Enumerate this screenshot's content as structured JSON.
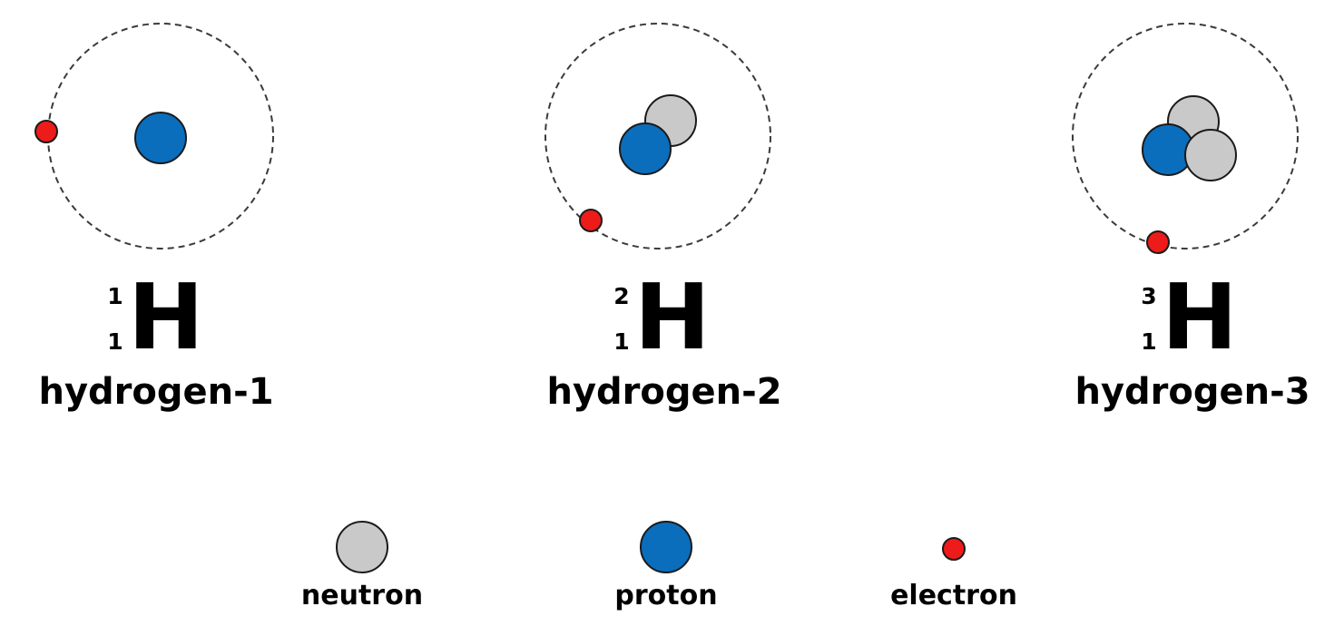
{
  "colors": {
    "neutron": "#c9c9c9",
    "proton": "#0a6ebd",
    "electron": "#ee1b1b",
    "outline": "#1a1a1a",
    "orbit": "#3a3a3a"
  },
  "isotopes": [
    {
      "mass_number": "1",
      "atomic_number": "1",
      "symbol": "H",
      "name": "hydrogen-1",
      "protons": 1,
      "neutrons": 0,
      "electrons": 1
    },
    {
      "mass_number": "2",
      "atomic_number": "1",
      "symbol": "H",
      "name": "hydrogen-2",
      "protons": 1,
      "neutrons": 1,
      "electrons": 1
    },
    {
      "mass_number": "3",
      "atomic_number": "1",
      "symbol": "H",
      "name": "hydrogen-3",
      "protons": 1,
      "neutrons": 2,
      "electrons": 1
    }
  ],
  "legend": [
    {
      "particle": "neutron",
      "label": "neutron"
    },
    {
      "particle": "proton",
      "label": "proton"
    },
    {
      "particle": "electron",
      "label": "electron"
    }
  ]
}
